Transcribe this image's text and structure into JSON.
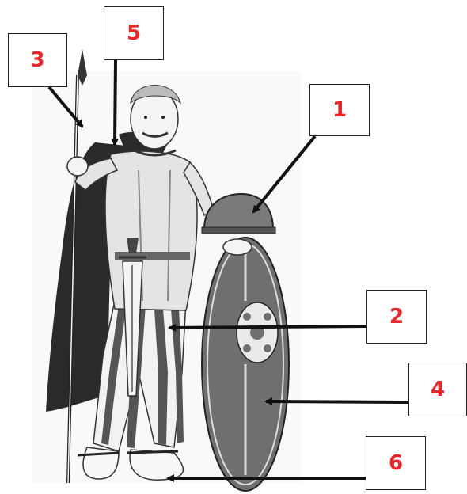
{
  "diagram": {
    "labels": [
      {
        "id": "1",
        "text": "1"
      },
      {
        "id": "2",
        "text": "2"
      },
      {
        "id": "3",
        "text": "3"
      },
      {
        "id": "4",
        "text": "4"
      },
      {
        "id": "5",
        "text": "5"
      },
      {
        "id": "6",
        "text": "6"
      }
    ],
    "colors": {
      "label_text": "#e8262b",
      "arrow": "#111111",
      "box_border": "#222222",
      "cape": "#2a2a2a",
      "shield": "#6f6f6f",
      "helmet": "#7a7a7a",
      "stripe_dark": "#555555"
    },
    "illustration": "gaulish-warrior-with-spear-shield-helmet"
  }
}
